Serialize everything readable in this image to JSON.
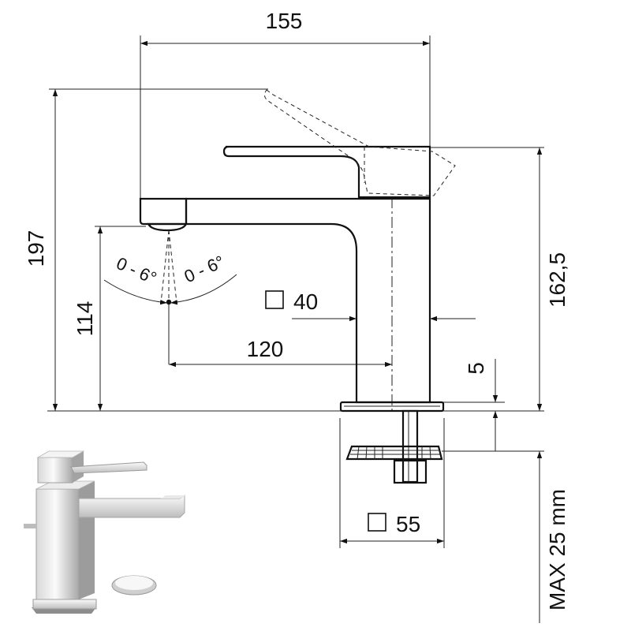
{
  "dimensions": {
    "overall_width": "155",
    "overall_height": "197",
    "height_to_handle": "162,5",
    "spout_height": "114",
    "spout_reach": "120",
    "body_section": "40",
    "base_section": "55",
    "base_plate": "5",
    "max_deck": "MAX 25 mm"
  },
  "angles": {
    "left": "0 - 6°",
    "right": "0 - 6°"
  },
  "colors": {
    "line": "#111111",
    "chrome_light": "#f2f2f2",
    "chrome_dark": "#9a9a9a"
  }
}
